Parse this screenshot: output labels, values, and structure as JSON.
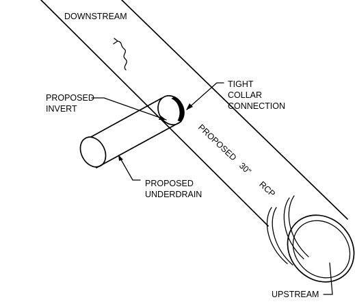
{
  "labels": {
    "downstream": "DOWNSTREAM",
    "proposed_invert_1": "PROPOSED",
    "proposed_invert_2": "INVERT",
    "tight_1": "TIGHT",
    "tight_2": "COLLAR",
    "tight_3": "CONNECTION",
    "rcp_1": "PROPOSED",
    "rcp_2": "30\"",
    "rcp_3": "RCP",
    "underdrain_1": "PROPOSED",
    "underdrain_2": "UNDERDRAIN",
    "upstream": "UPSTREAM"
  },
  "icons": [
    "flow-direction-arrow-icon"
  ]
}
